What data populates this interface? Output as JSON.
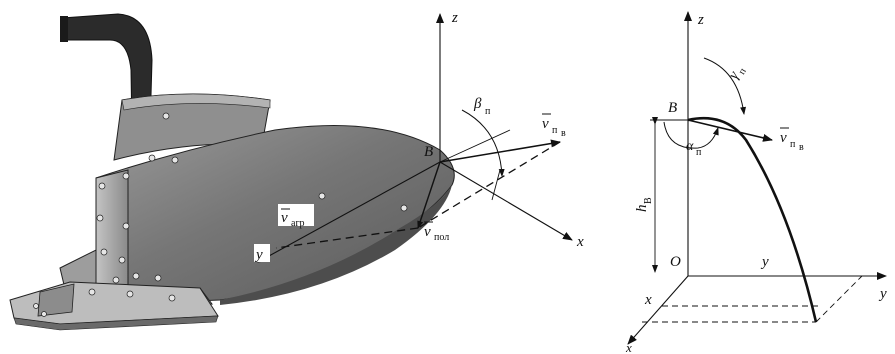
{
  "left_figure": {
    "axes": {
      "z": "z",
      "x": "x",
      "y": "y"
    },
    "point": "B",
    "angle_label": {
      "main": "β",
      "sub": "п"
    },
    "vectors": [
      {
        "main": "v",
        "sub": "п",
        "subsub": "в"
      },
      {
        "main": "v",
        "sub": "агр"
      },
      {
        "main": "v",
        "sub": "пол"
      }
    ]
  },
  "right_figure": {
    "axes": {
      "z": "z",
      "x": "x",
      "y": "y"
    },
    "points": {
      "top": "B",
      "origin": "O"
    },
    "height_label": {
      "main": "h",
      "sub": "B"
    },
    "angle_alpha": {
      "main": "α",
      "sub": "п"
    },
    "angle_gamma": {
      "main": "γ",
      "sub": "п"
    },
    "vector": {
      "main": "v",
      "sub": "п",
      "subsub": "в"
    },
    "curve_label": "y"
  },
  "colors": {
    "moldboard": "#7a7a7a",
    "moldboard_dark": "#4d4d4d",
    "moldboard_light": "#a8a8a8",
    "beam": "#2b2b2b",
    "line": "#111111"
  }
}
